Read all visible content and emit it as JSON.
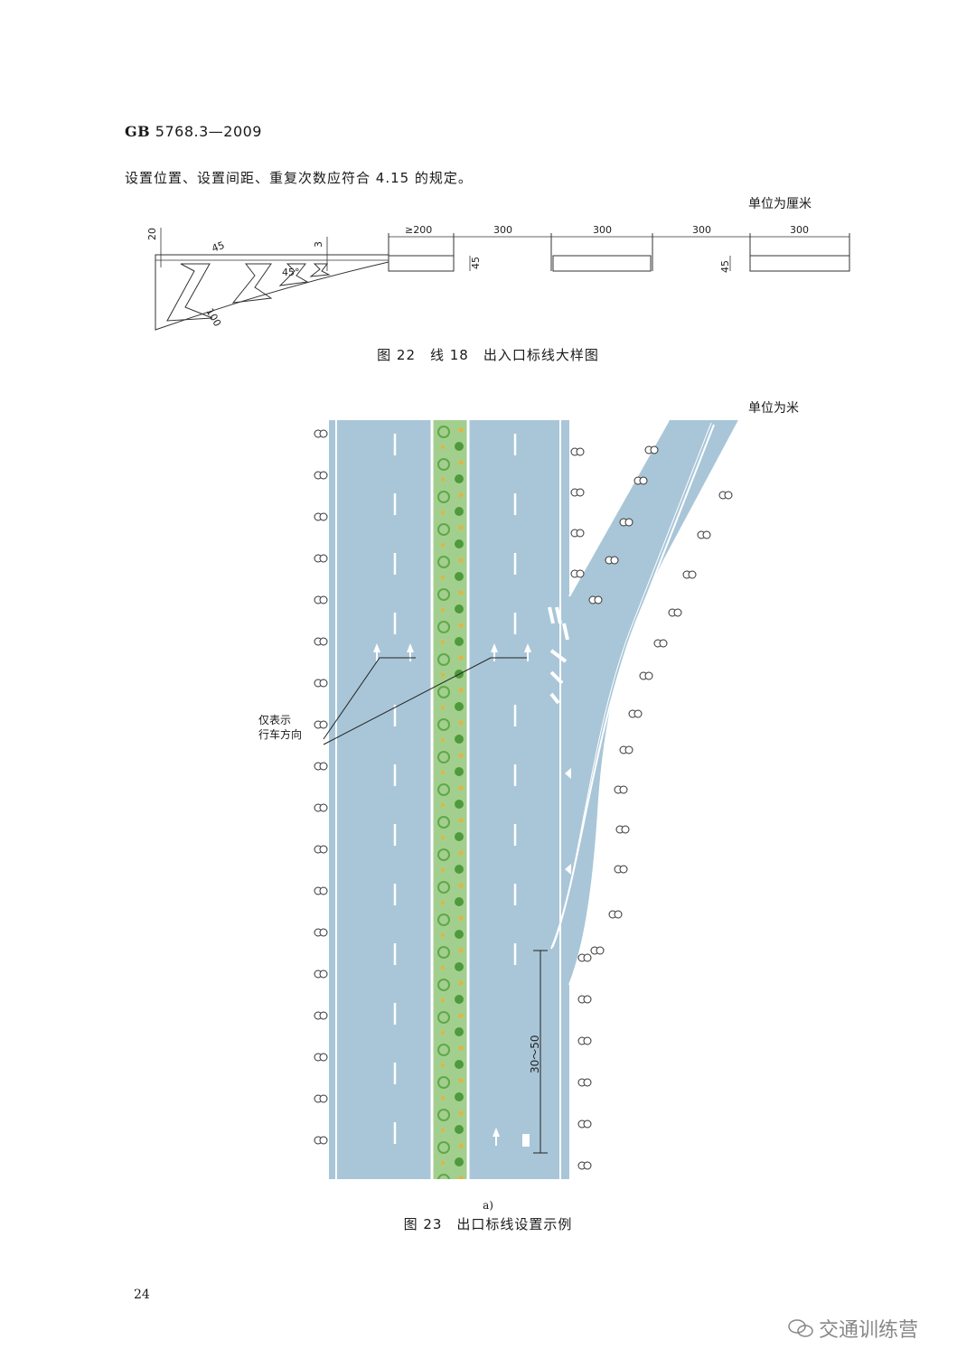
{
  "header": {
    "std_prefix": "GB",
    "std_code": "5768.3—2009"
  },
  "body_text": "设置位置、设置间距、重复次数应符合 4.15 的规定。",
  "figure22": {
    "unit_note": "单位为厘米",
    "caption": "图 22　线 18　出入口标线大样图",
    "dims": {
      "d20": "20",
      "d45_top": "45",
      "d3": "3",
      "d45_angle": "45°",
      "d100": "100",
      "seg_ge200": "≥200",
      "seg300a": "300",
      "seg300b": "300",
      "seg300c": "300",
      "seg300d": "300",
      "h45a": "45",
      "h45b": "45"
    }
  },
  "figure23": {
    "unit_note": "单位为米",
    "callout_line1": "仅表示",
    "callout_line2": "行车方向",
    "distance_label": "30～50",
    "sub_label": "a)",
    "caption": "图 23　出口标线设置示例"
  },
  "page_number": "24",
  "watermark": {
    "icon": "wechat-icon",
    "text": "交通训练营"
  },
  "colors": {
    "road": "#a9c6d8",
    "median": "#a3cf8e",
    "shrub": "#5fa84a",
    "flower": "#e9b23a",
    "marking": "#ffffff"
  }
}
